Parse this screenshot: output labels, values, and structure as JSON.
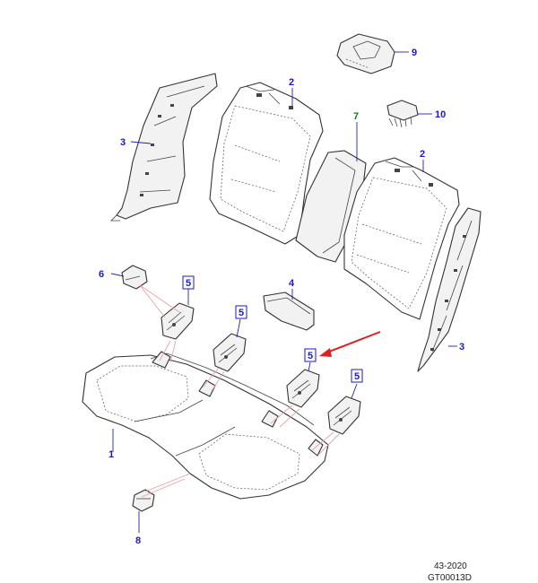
{
  "callouts": {
    "c1": "1",
    "c2a": "2",
    "c2b": "2",
    "c3a": "3",
    "c3b": "3",
    "c4": "4",
    "c5a": "5",
    "c5b": "5",
    "c5c": "5",
    "c5d": "5",
    "c6": "6",
    "c7": "7",
    "c8": "8",
    "c9": "9",
    "c10": "10"
  },
  "footer": {
    "date_code": "43-2020",
    "drawing_id": "GT00013D"
  },
  "colors": {
    "callout": "#1a1acc",
    "callout_highlight": "#1a7a1a",
    "arrow": "#e02020",
    "leader_pink": "#e8a0a8"
  }
}
